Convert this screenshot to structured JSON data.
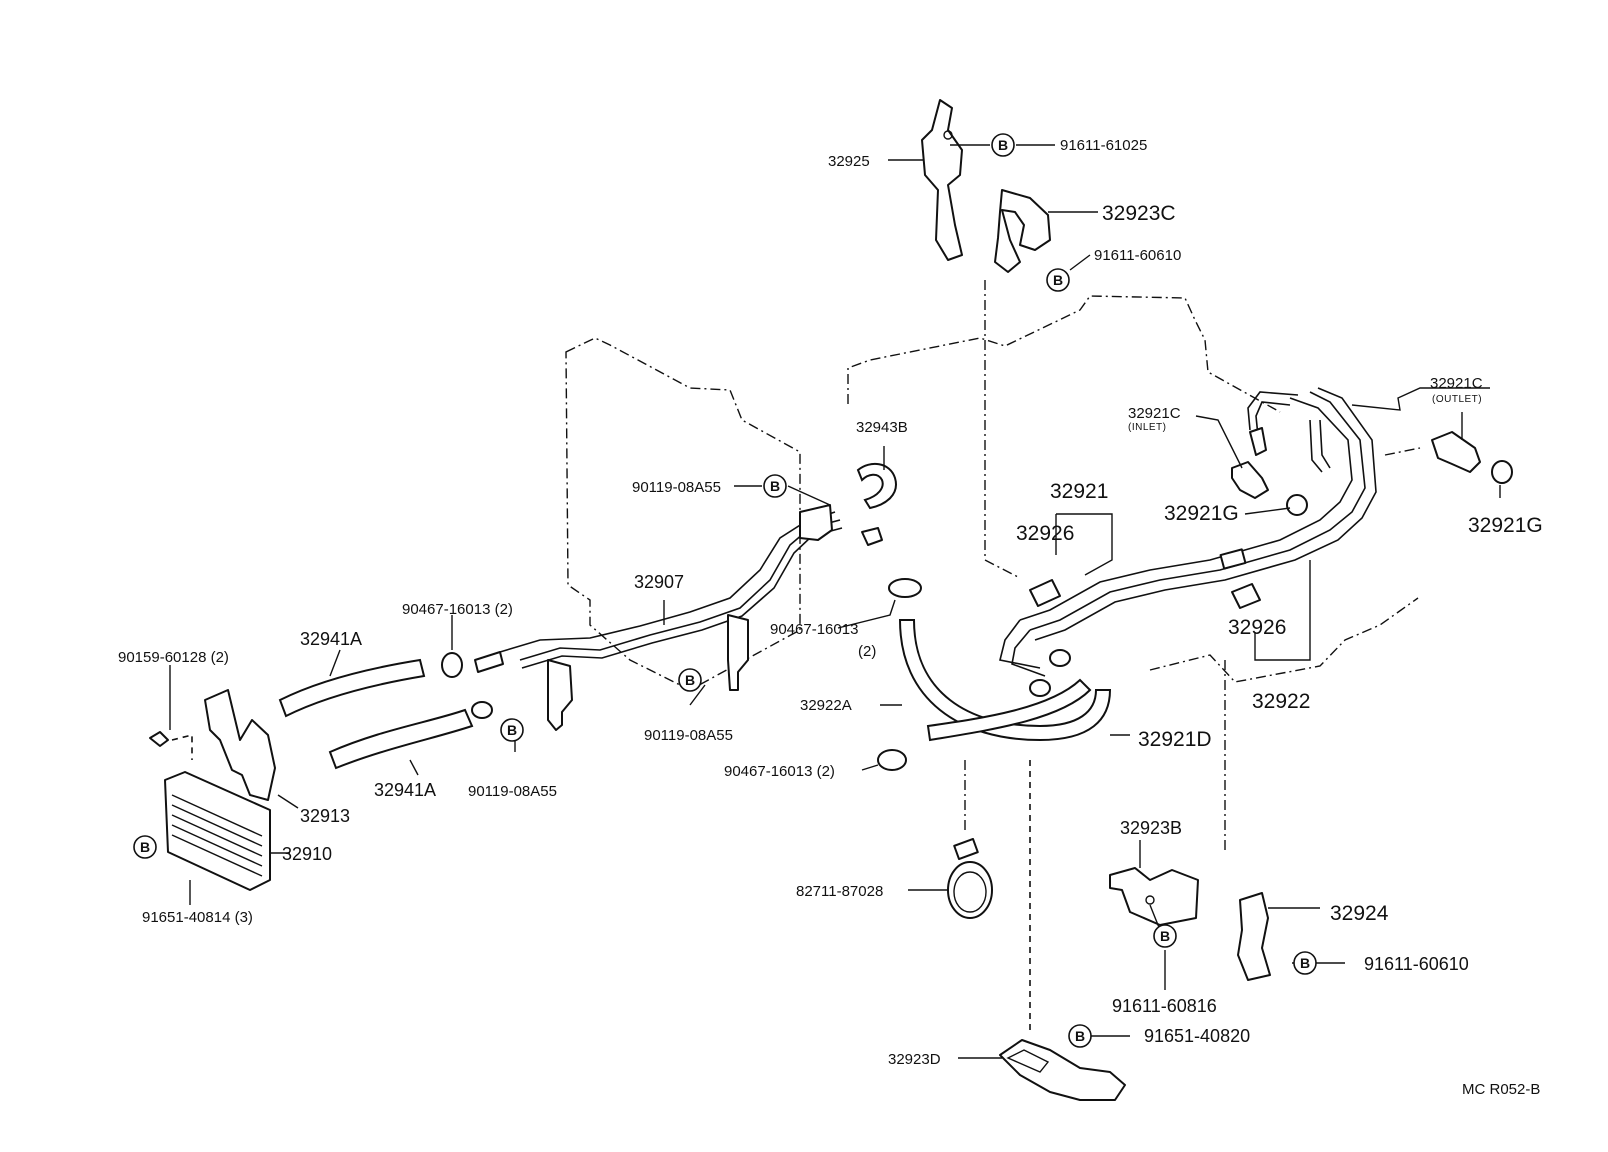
{
  "diagram": {
    "code": "MC R052-B",
    "bolt_symbol": "B",
    "labels": {
      "p32925": "32925",
      "p91611_61025": "91611-61025",
      "p32923C": "32923C",
      "p91611_60610_top": "91611-60610",
      "p32921C_outlet": "32921C",
      "outlet_note": "(OUTLET)",
      "p32921C_inlet": "32921C",
      "inlet_note": "(INLET)",
      "p32943B": "32943B",
      "p90119_08A55_top": "90119-08A55",
      "p32921": "32921",
      "p32926_a": "32926",
      "p32921G_a": "32921G",
      "p32921G_b": "32921G",
      "p32907": "32907",
      "p90467_16013_a": "90467-16013 (2)",
      "p32941A_top": "32941A",
      "p90159_60128": "90159-60128 (2)",
      "p90467_16013_b": "90467-16013",
      "p90467_16013_b_qty": "(2)",
      "p32926_b": "32926",
      "p32922A": "32922A",
      "p32922": "32922",
      "p90119_08A55_mid": "90119-08A55",
      "p32921D": "32921D",
      "p90467_16013_c": "90467-16013 (2)",
      "p32913": "32913",
      "p32941A_bottom": "32941A",
      "p90119_08A55_low": "90119-08A55",
      "p32910": "32910",
      "p32923B": "32923B",
      "p91651_40814": "91651-40814 (3)",
      "p82711_87028": "82711-87028",
      "p32924": "32924",
      "p91611_60610_bottom": "91611-60610",
      "p91611_60816": "91611-60816",
      "p91651_40820": "91651-40820",
      "p32923D": "32923D"
    }
  }
}
